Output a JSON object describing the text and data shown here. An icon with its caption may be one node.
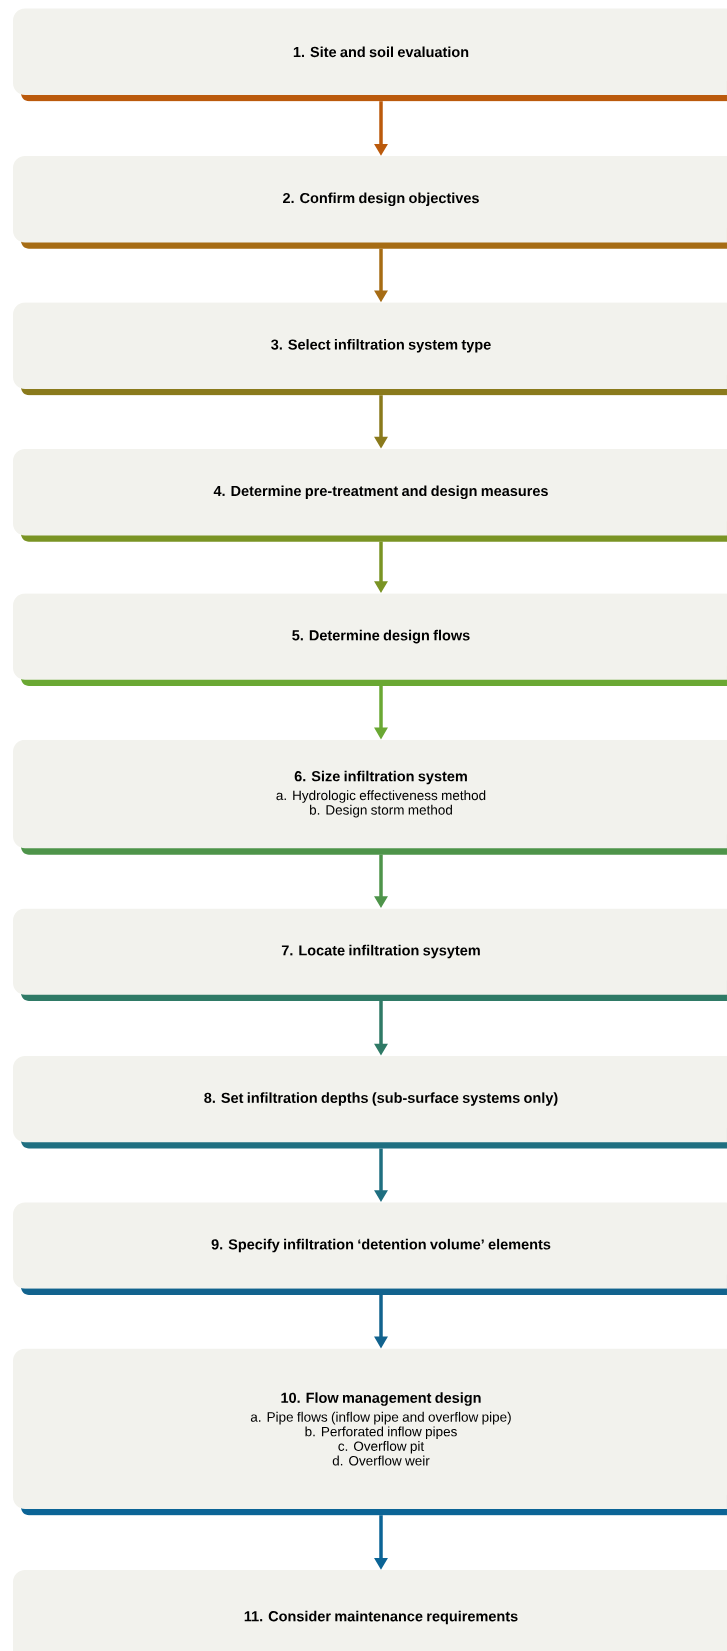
{
  "diagram": {
    "nodes": [
      {
        "text": [
          "1. Site and soil evaluation"
        ]
      },
      {
        "text": [
          "2. Confirm design objectives"
        ]
      },
      {
        "text": [
          "3. Select infiltration system type"
        ]
      },
      {
        "text": [
          "4. Determine pre-treatment and design measures"
        ]
      },
      {
        "text": [
          "5. Determine design flows"
        ]
      },
      {
        "text": [
          "6. Size infiltration system",
          "a. Hydrologic effectiveness method",
          "b. Design storm method"
        ]
      },
      {
        "text": [
          "7. Locate infiltration sysytem"
        ]
      },
      {
        "text": [
          "8. Set infiltration depths (sub-surface systems only)"
        ]
      },
      {
        "text": [
          "9. Specify infiltration ‘detention volume’ elements"
        ]
      },
      {
        "text": [
          "10. Flow management design",
          "a. Pipe flows (inflow pipe and overflow pipe)",
          "b. Perforated inflow pipes",
          "c. Overflow pit",
          "d. Overflow weir"
        ]
      },
      {
        "text": [
          "11. Consider maintenance requirements"
        ]
      }
    ],
    "edges": [
      {
        "from": 0,
        "to": 1,
        "arrow": "to",
        "color": "#bb5a0c"
      },
      {
        "from": 1,
        "to": 2,
        "arrow": "to",
        "color": "#a66c14"
      },
      {
        "from": 2,
        "to": 3,
        "arrow": "to",
        "color": "#8a7a1c"
      },
      {
        "from": 3,
        "to": 4,
        "arrow": "to",
        "color": "#7a9424"
      },
      {
        "from": 4,
        "to": 5,
        "arrow": "to",
        "color": "#6aa833"
      },
      {
        "from": 5,
        "to": 6,
        "arrow": "to",
        "color": "#4e944a"
      },
      {
        "from": 6,
        "to": 7,
        "arrow": "to",
        "color": "#2f7a66"
      },
      {
        "from": 7,
        "to": 8,
        "arrow": "to",
        "color": "#1f6f80"
      },
      {
        "from": 8,
        "to": 9,
        "arrow": "to",
        "color": "#12638e"
      },
      {
        "from": 9,
        "to": 10,
        "arrow": "to",
        "color": "#0b6496"
      }
    ]
  }
}
